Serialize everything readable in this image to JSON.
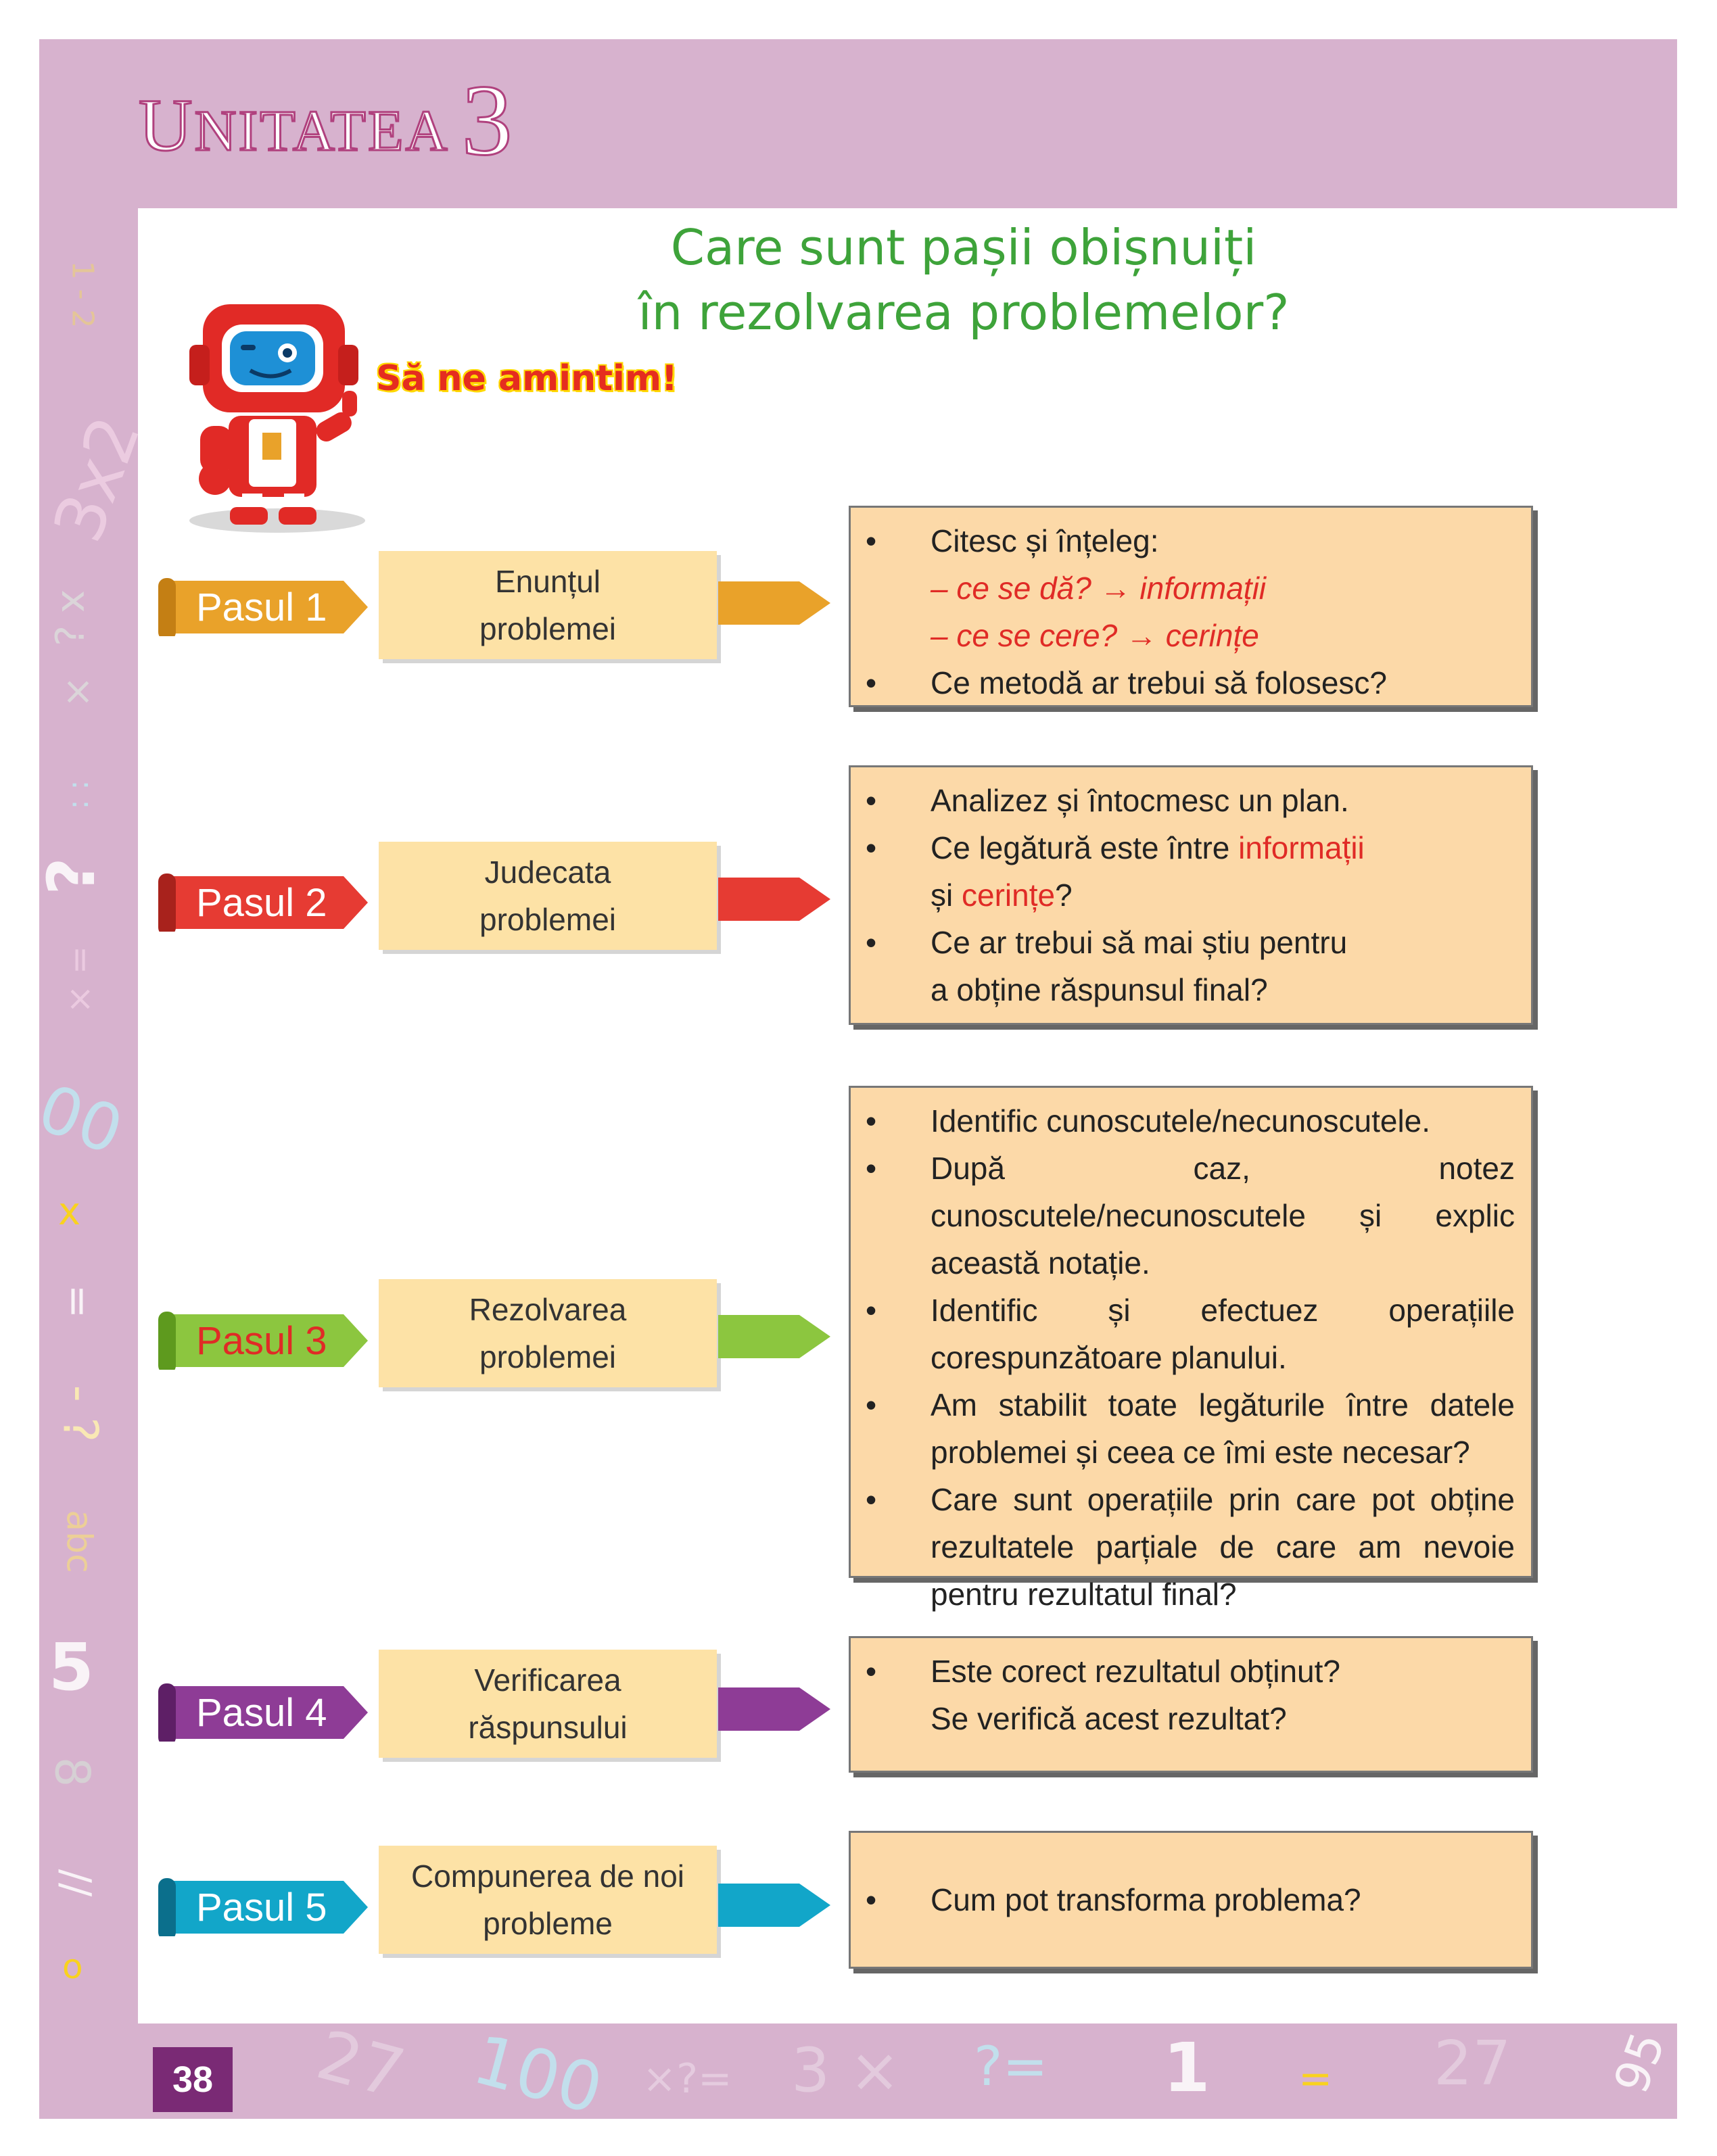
{
  "header": {
    "unit_word_first": "U",
    "unit_word_rest": "NITATEA",
    "unit_number": "3"
  },
  "title": {
    "line1": "Care sunt pașii obișnuiți",
    "line2": "în rezolvarea problemelor?"
  },
  "reminder": "Să ne amintim!",
  "colors": {
    "step1": "#e9a22a",
    "step2": "#e63b33",
    "step3": "#8cc63f",
    "step4": "#8e3c96",
    "step5": "#12a6c9",
    "frame": "#d7b2ce",
    "title_green": "#3ea33a",
    "accent_red": "#e02b26"
  },
  "steps": [
    {
      "label": "Pasul 1",
      "box_line1": "Enunțul",
      "box_line2": "problemei"
    },
    {
      "label": "Pasul 2",
      "box_line1": "Judecata",
      "box_line2": "problemei"
    },
    {
      "label": "Pasul 3",
      "box_line1": "Rezolvarea",
      "box_line2": "problemei"
    },
    {
      "label": "Pasul 4",
      "box_line1": "Verificarea",
      "box_line2": "răspunsului"
    },
    {
      "label": "Pasul 5",
      "box_line1": "Compunerea de noi",
      "box_line2": "probleme"
    }
  ],
  "info1": {
    "b1": "Citesc și înțeleg:",
    "s1": "– ce se dă?",
    "s1_result": "informații",
    "s2": "– ce se cere?",
    "s2_result": "cerințe",
    "b2": "Ce metodă ar trebui să folosesc?"
  },
  "info2": {
    "b1": "Analizez și întocmesc un plan.",
    "b2_a": "Ce legătură este între ",
    "b2_red1": "informații",
    "b2_b": "și ",
    "b2_red2": "cerințe",
    "b2_c": "?",
    "b3_l1": "Ce ar trebui să mai știu pentru",
    "b3_l2": "a obține răspunsul final?"
  },
  "info3": {
    "b1": "Identific cunoscutele/necunoscutele.",
    "b2": "După caz, notez cunoscutele/necunoscutele și explic această notație.",
    "b3": "Identific și efectuez operațiile corespunzătoare planului.",
    "b4": "Am stabilit toate legăturile între datele problemei și ceea ce îmi este necesar?",
    "b5": "Care sunt operațiile prin care pot obține rezultatele parțiale de care am nevoie pentru rezultatul final?"
  },
  "info4": {
    "l1": "Este corect rezultatul obținut?",
    "l2": "Se verifică acest rezultat?"
  },
  "info5": {
    "b1": "Cum pot transforma problema?"
  },
  "page_number": "38",
  "decorations": {
    "left": [
      "1 - 2",
      "3x2",
      "x ¿",
      "×",
      ": :",
      "?",
      "= ×",
      "00",
      "x",
      "=",
      "- ?",
      "abc",
      "5",
      "8",
      "//",
      "o"
    ],
    "bottom": [
      "27",
      "100",
      "×?=",
      "3 ×",
      "?=",
      "1",
      "=",
      "27",
      "95"
    ]
  }
}
